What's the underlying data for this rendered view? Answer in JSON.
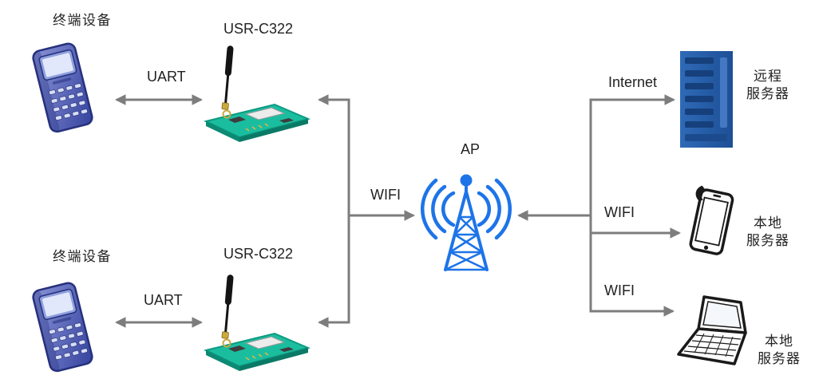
{
  "colors": {
    "connector_gray": "#7d7d7d",
    "text": "#222222",
    "ap_blue": "#1d74e8",
    "server_blue": "#2a61ad",
    "device_purple_blue": "#4b57ac",
    "pcb_teal": "#1bbd9f",
    "outline_black": "#1a1a1a",
    "background": "#ffffff"
  },
  "nodes": {
    "terminal_top": {
      "label": "终端设备",
      "icon": "handheld-terminal-icon"
    },
    "terminal_bottom": {
      "label": "终端设备",
      "icon": "handheld-terminal-icon"
    },
    "module_top": {
      "label": "USR-C322",
      "icon": "wifi-module-icon"
    },
    "module_bottom": {
      "label": "USR-C322",
      "icon": "wifi-module-icon"
    },
    "ap": {
      "label": "AP",
      "icon": "antenna-tower-icon"
    },
    "remote_server": {
      "label_lines": [
        "远程",
        "服务器"
      ],
      "icon": "server-icon"
    },
    "local_server_mid": {
      "label_lines": [
        "本地",
        "服务器"
      ],
      "icon": "tablet-icon"
    },
    "local_server_bottom": {
      "label_lines": [
        "本地",
        "服务器"
      ],
      "icon": "laptop-icon"
    }
  },
  "links": {
    "uart_top": {
      "label": "UART"
    },
    "uart_bottom": {
      "label": "UART"
    },
    "wifi_left": {
      "label": "WIFI"
    },
    "internet": {
      "label": "Internet"
    },
    "wifi_mid": {
      "label": "WIFI"
    },
    "wifi_bottom": {
      "label": "WIFI"
    }
  }
}
